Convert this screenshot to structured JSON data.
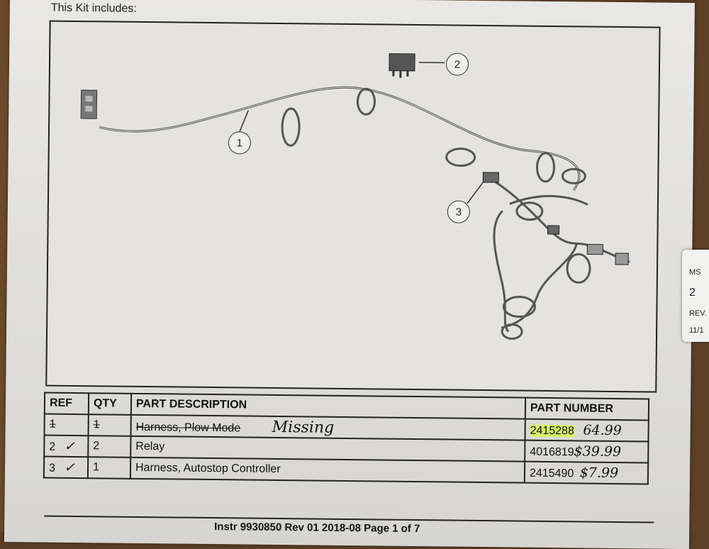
{
  "heading": "This Kit includes:",
  "callouts": [
    "1",
    "2",
    "3"
  ],
  "table": {
    "headers": {
      "ref": "REF",
      "qty": "QTY",
      "desc": "PART DESCRIPTION",
      "part": "PART NUMBER"
    },
    "rows": [
      {
        "ref": "1",
        "qty": "1",
        "desc": "Harness, Plow Mode",
        "note": "Missing",
        "part": "2415288",
        "price": "64.99",
        "struck": true
      },
      {
        "ref": "2",
        "qty": "2",
        "desc": "Relay",
        "part": "4016819",
        "price": "$39.99",
        "check": "✓"
      },
      {
        "ref": "3",
        "qty": "1",
        "desc": "Harness, Autostop Controller",
        "part": "2415490",
        "price": "$7.99",
        "check": "✓"
      }
    ]
  },
  "footer": "Instr 9930850    Rev 01  2018-08    Page 1 of 7",
  "tag": {
    "line1": "MS",
    "line2": "2",
    "line3": "REV.",
    "line4": "11/1"
  },
  "colors": {
    "highlight": "#d8f36a",
    "ink": "#111111"
  }
}
